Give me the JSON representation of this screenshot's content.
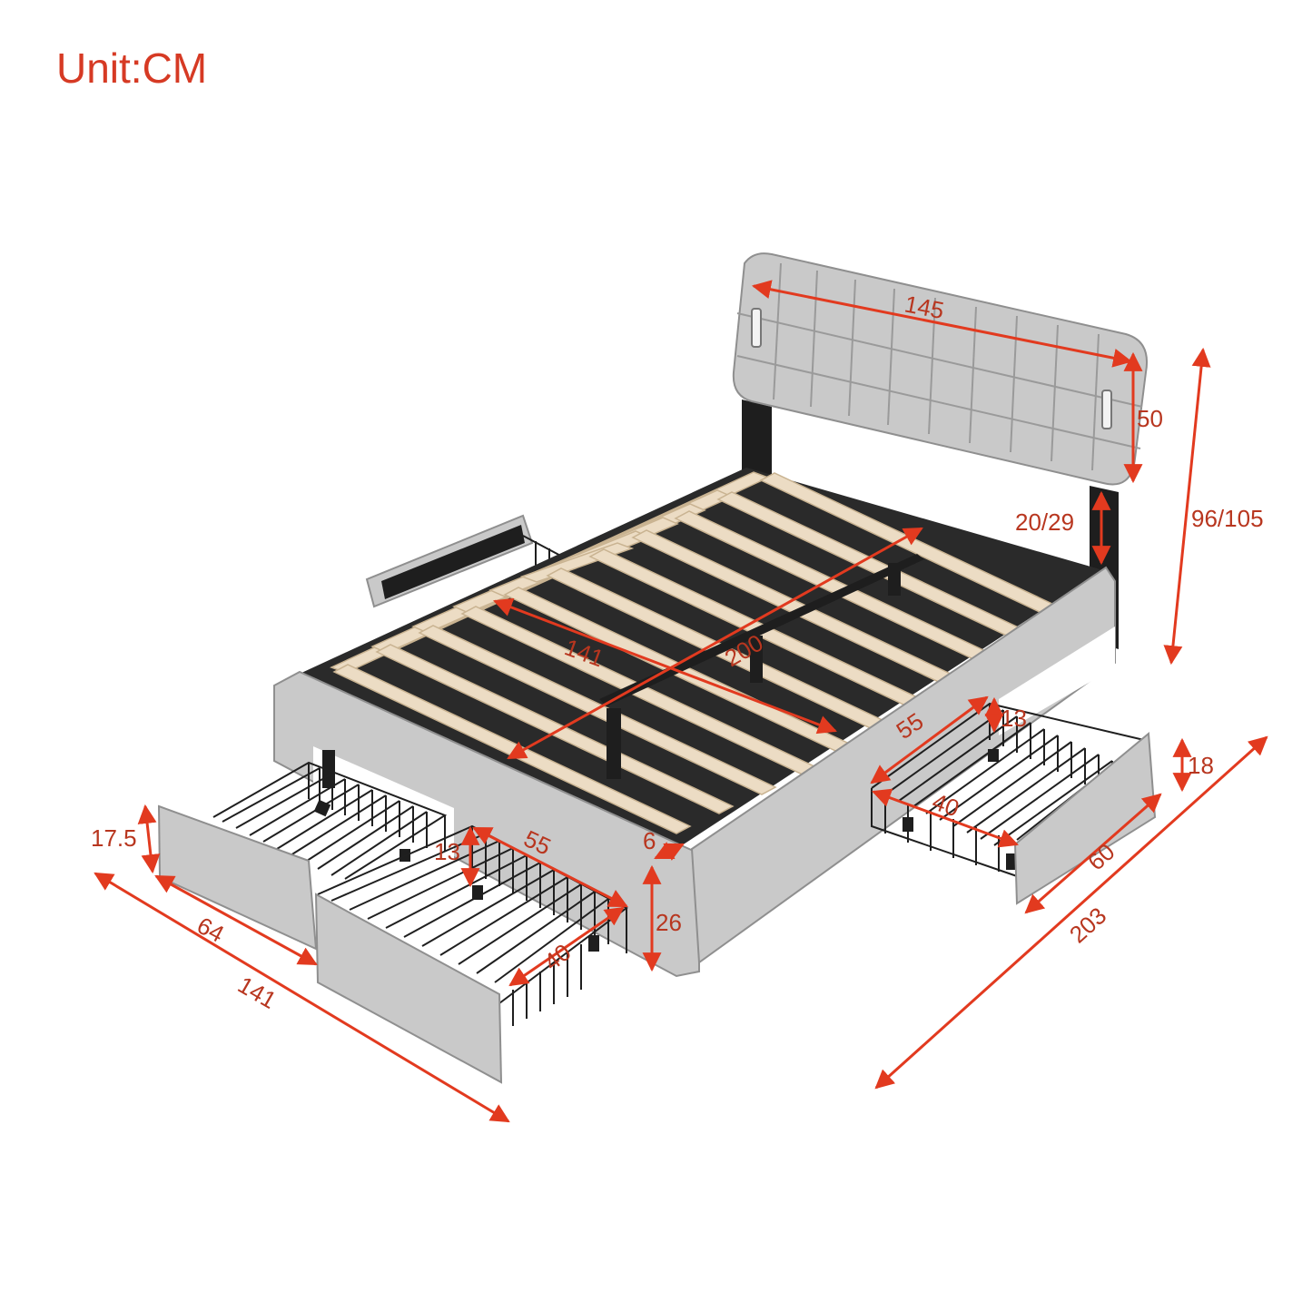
{
  "unit_label": "Unit:CM",
  "colors": {
    "dimension": "#e23a1f",
    "upholstery": "#c9c9c9",
    "upholstery_edge": "#8f8f8f",
    "slat": "#ecdcc4",
    "frame_dark": "#1e1e1e",
    "wire": "#1f1f1f"
  },
  "dimensions": {
    "headboard_width": "145",
    "headboard_height": "50",
    "leg_height": "20/29",
    "total_height": "96/105",
    "inner_width": "141",
    "inner_length": "200",
    "drawer_width_left": "55",
    "drawer_height_left": "13",
    "drawer_width_right": "55",
    "drawer_height_right": "13",
    "drawer_depth_right": "40",
    "drawer_depth_left": "40",
    "drawer_front_height_right": "18",
    "drawer_length_right": "60",
    "total_length": "203",
    "drawer_front_height_left": "17.5",
    "drawer_span_left": "64",
    "total_width": "141",
    "rail_thickness": "6",
    "rail_height": "26"
  }
}
